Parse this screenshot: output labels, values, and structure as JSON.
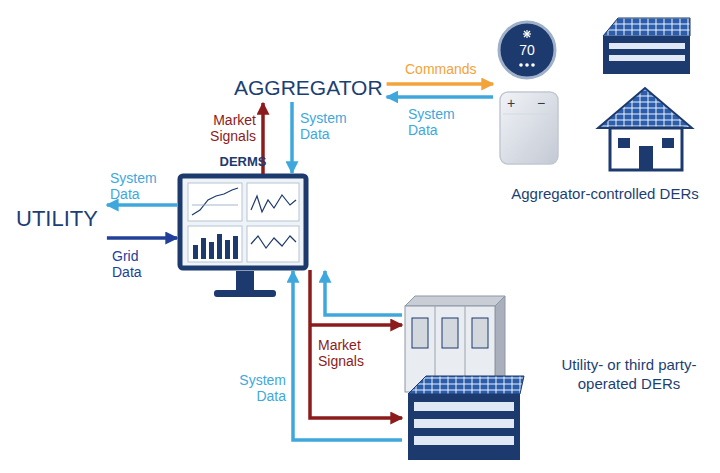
{
  "diagram": {
    "nodes": [
      {
        "text": [
          "AGGREGATOR"
        ]
      },
      {
        "text": [
          "Aggregator-controlled DERs"
        ]
      },
      {
        "text": [
          "70"
        ],
        "in": 1
      },
      {
        "text": [
          "UTILITY"
        ]
      },
      {
        "text": [
          "DERMS"
        ]
      },
      {
        "text": [
          "Utility- or third party-operated DERs"
        ]
      }
    ],
    "edges": [
      {
        "from": 4,
        "to": 0,
        "label": "Market Signals",
        "arrow": "to"
      },
      {
        "from": 0,
        "to": 4,
        "label": "System Data",
        "arrow": "to"
      },
      {
        "from": 0,
        "to": 1,
        "label": "Commands",
        "arrow": "to"
      },
      {
        "from": 1,
        "to": 0,
        "label": "System Data",
        "arrow": "to"
      },
      {
        "from": 4,
        "to": 3,
        "label": "System Data",
        "arrow": "to"
      },
      {
        "from": 3,
        "to": 4,
        "label": "Grid Data",
        "arrow": "to"
      },
      {
        "from": 4,
        "to": 5,
        "label": "Market Signals",
        "arrow": "to"
      },
      {
        "from": 5,
        "to": 4,
        "label": "System Data",
        "arrow": "to"
      }
    ],
    "labels": [
      "+",
      "−"
    ]
  }
}
